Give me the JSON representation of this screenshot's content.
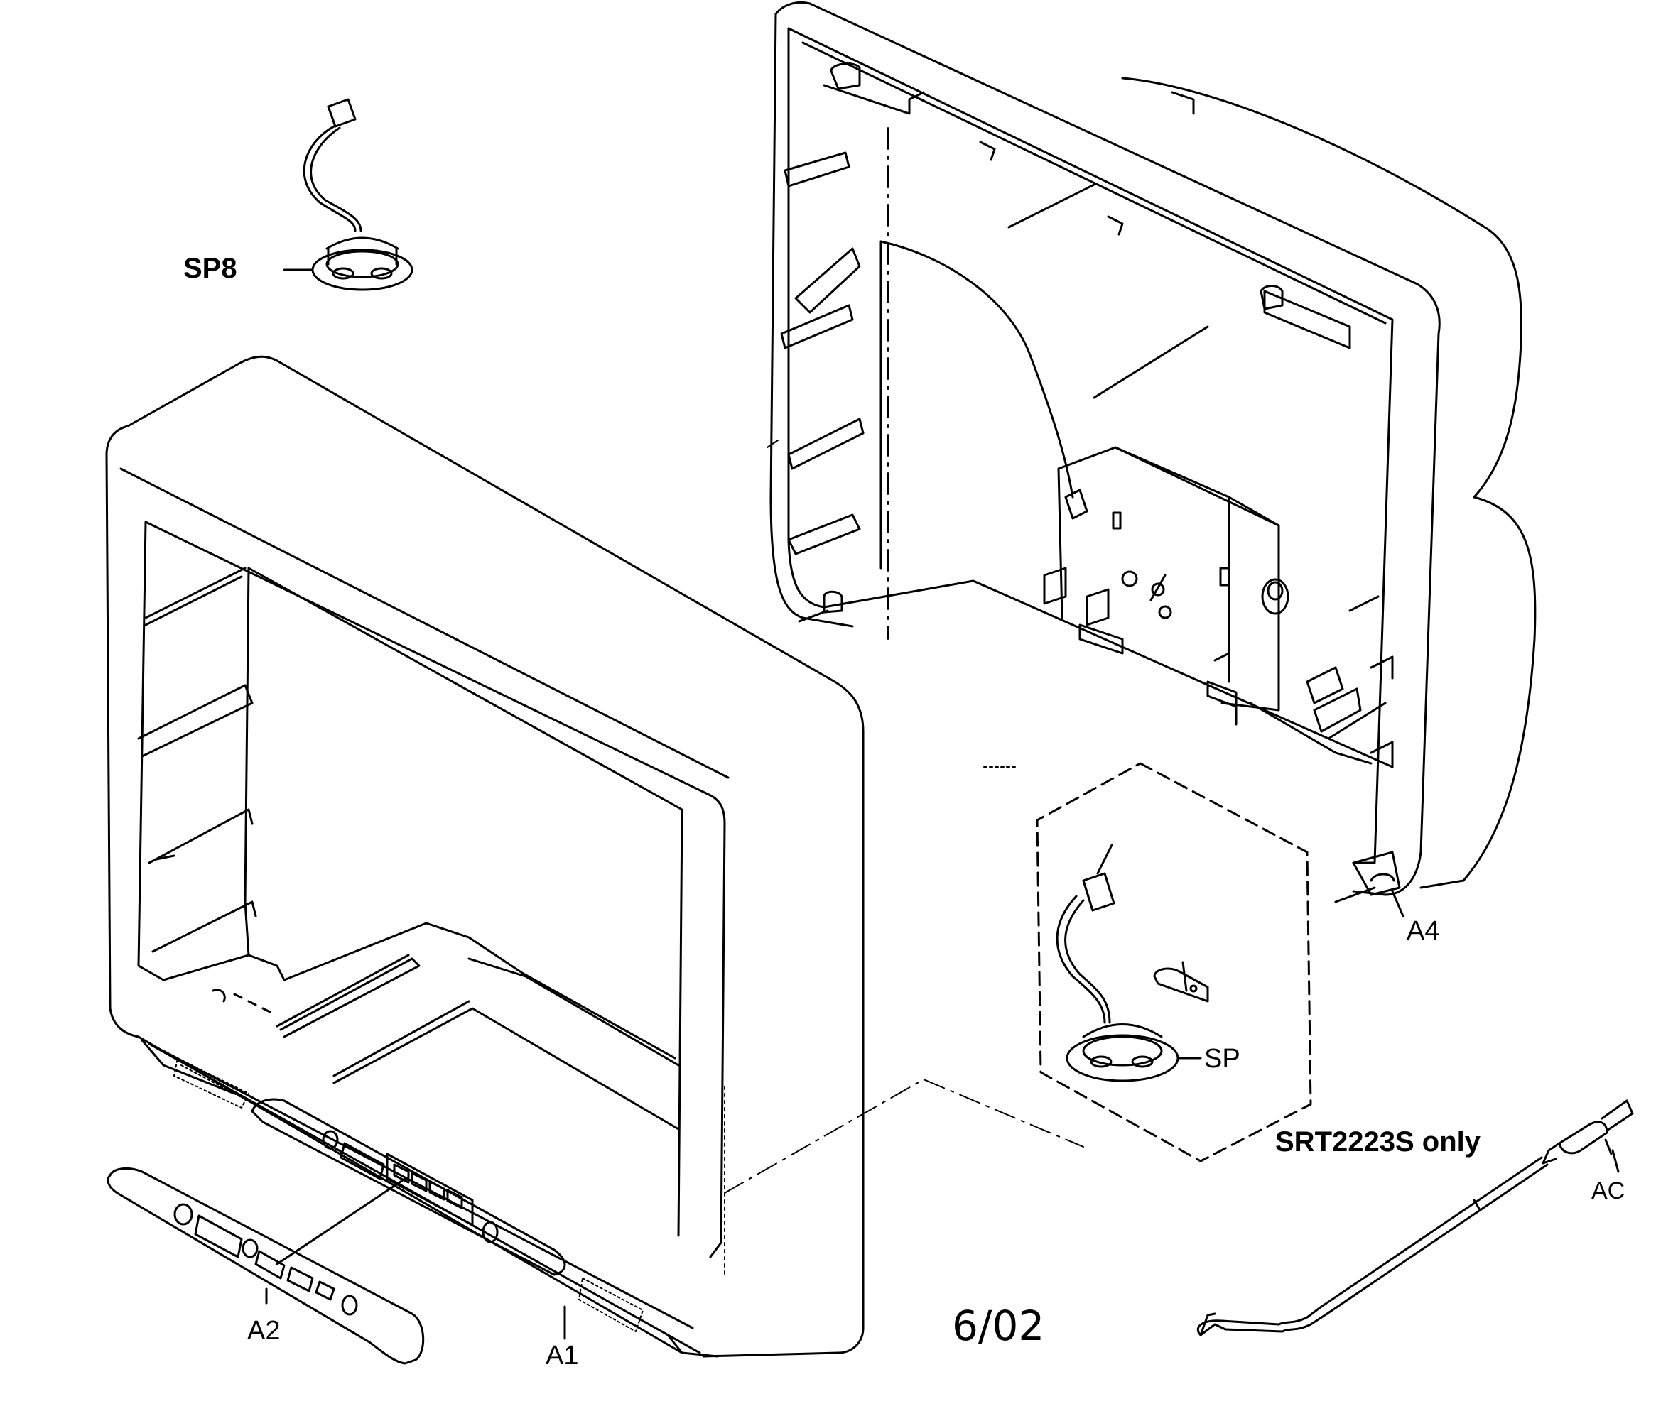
{
  "labels": {
    "sp8": "SP8",
    "a4": "A4",
    "sp": "SP",
    "srt_note": "SRT2223S only",
    "ac": "AC",
    "a2": "A2",
    "a1": "A1",
    "date": "6/02"
  },
  "colors": {
    "ink": "#000000",
    "paper": "#ffffff"
  },
  "parts": [
    "front-cabinet",
    "back-cover",
    "speaker-sp8",
    "speaker-sp",
    "control-panel-a2",
    "ac-power-cord"
  ]
}
